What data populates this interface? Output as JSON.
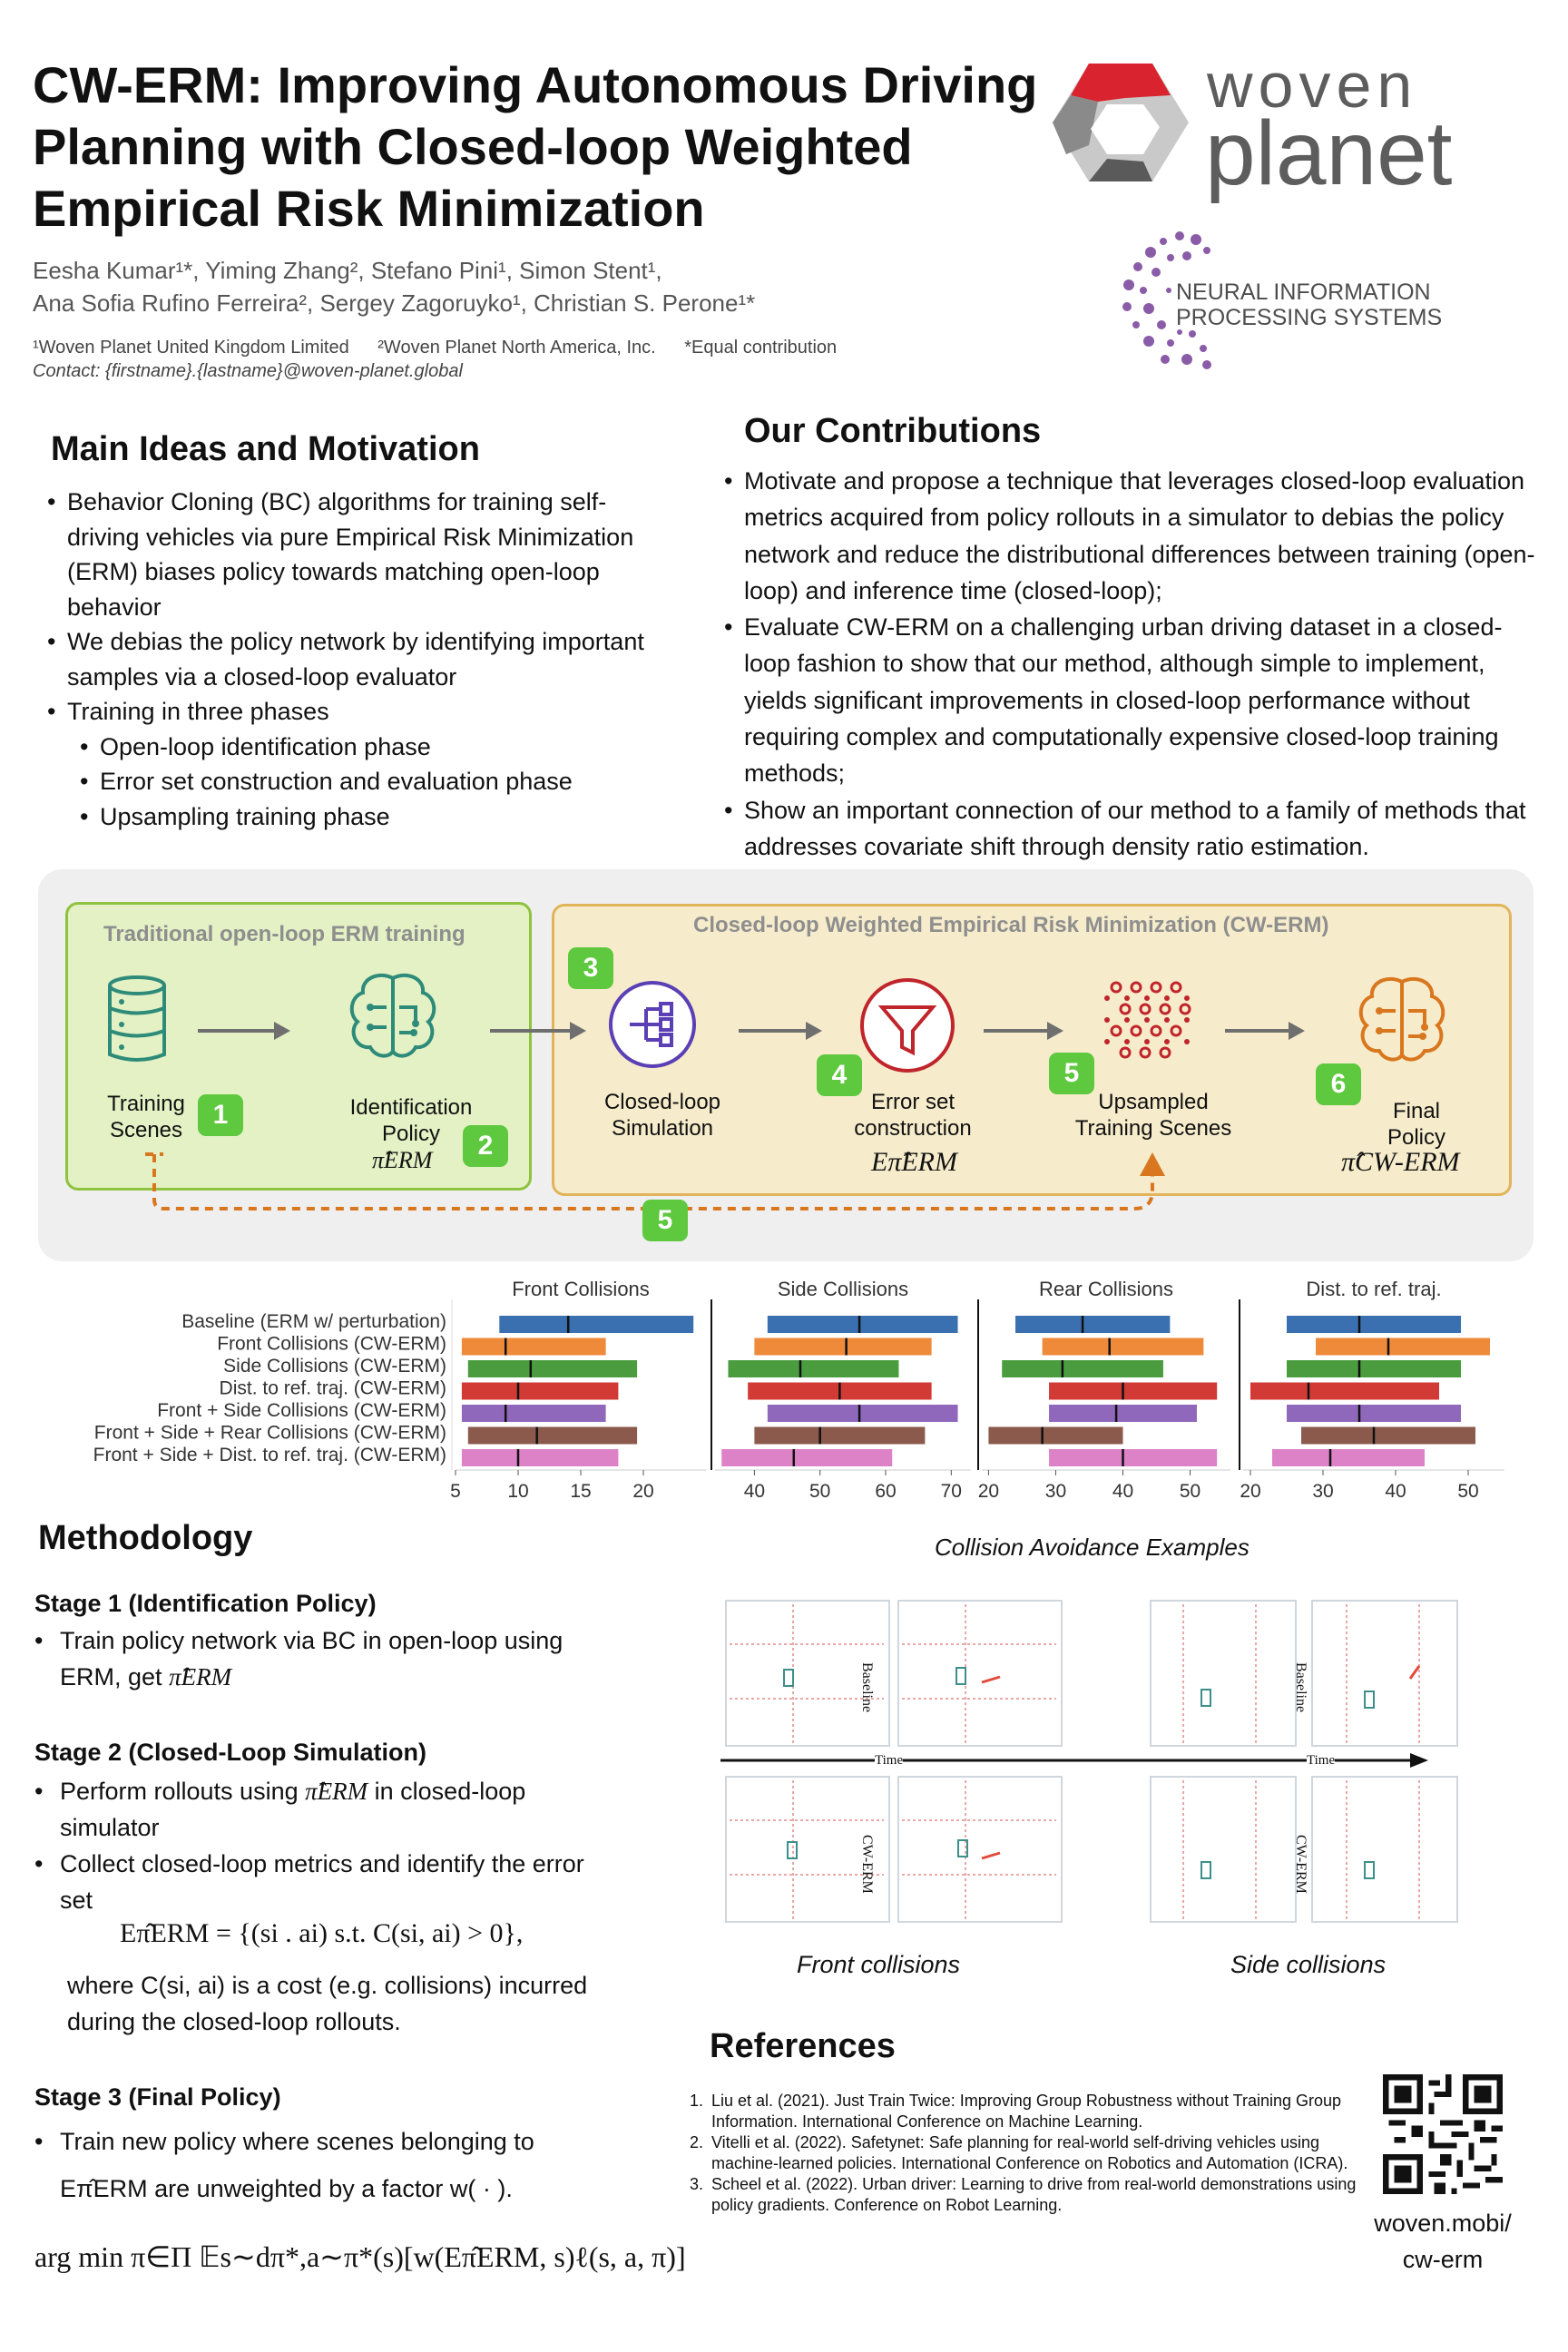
{
  "header": {
    "title": "CW-ERM: Improving Autonomous Driving Planning with Closed-loop Weighted Empirical Risk Minimization",
    "authors_line1": "Eesha Kumar¹*, Yiming Zhang², Stefano Pini¹, Simon Stent¹,",
    "authors_line2": "Ana Sofia Rufino Ferreira², Sergey Zagoruyko¹, Christian S. Perone¹*",
    "affiliation1": "¹Woven Planet United Kingdom Limited",
    "affiliation2": "²Woven Planet North America, Inc.",
    "equal": "*Equal contribution",
    "contact": "Contact: {firstname}.{lastname}@woven-planet.global"
  },
  "logos": {
    "woven_top": "woven",
    "woven_bottom": "planet",
    "neurips_line1": "NEURAL INFORMATION",
    "neurips_line2": "PROCESSING SYSTEMS",
    "woven_red": "#d9232e",
    "woven_gray": "#585858",
    "neurips_purple": "#8a5ca8"
  },
  "motivation": {
    "heading": "Main Ideas and Motivation",
    "items": [
      "Behavior Cloning (BC) algorithms for training self-driving vehicles via pure Empirical Risk Minimization (ERM) biases policy towards matching open-loop behavior",
      "We debias the policy network by identifying important samples via a closed-loop evaluator",
      "Training in three phases"
    ],
    "subitems": [
      "Open-loop identification phase",
      "Error set construction and evaluation phase",
      "Upsampling training phase"
    ]
  },
  "contributions": {
    "heading": "Our Contributions",
    "items": [
      "Motivate and propose a technique that leverages closed-loop evaluation metrics acquired from policy rollouts in a simulator to debias the policy network and reduce the distributional differences between training (open-loop) and inference time (closed-loop);",
      "Evaluate CW-ERM on a challenging urban driving dataset in a closed-loop fashion to show that our method, although simple to implement, yields significant improvements in closed-loop performance without requiring complex and computationally expensive closed-loop training methods;",
      "Show an important connection of our method to a family of methods that addresses covariate shift through density ratio estimation."
    ]
  },
  "diagram": {
    "green_title": "Traditional open-loop ERM training",
    "yellow_title": "Closed-loop Weighted Empirical Risk Minimization (CW-ERM)",
    "training_scenes": "Training Scenes",
    "identification_policy": "Identification Policy",
    "pi_erm": "π̂ERM",
    "closed_loop_sim": "Closed-loop Simulation",
    "error_set": "Error set construction",
    "e_pi_erm": "Eπ̂ERM",
    "upsampled": "Upsampled Training Scenes",
    "final_policy": "Final Policy",
    "pi_cw_erm": "π̂CW-ERM",
    "steps": [
      "1",
      "2",
      "3",
      "4",
      "5",
      "6",
      "5"
    ],
    "colors": {
      "green": "#5ec83e",
      "teal": "#2e8b7a",
      "purple": "#5b3fb5",
      "red": "#c0252b",
      "orange": "#d9771f"
    }
  },
  "chart_data": [
    {
      "type": "box",
      "title": "Front Collisions",
      "categories": [
        "Baseline (ERM w/ perturbation)",
        "Front Collisions (CW-ERM)",
        "Side Collisions (CW-ERM)",
        "Dist. to ref. traj. (CW-ERM)",
        "Front + Side Collisions (CW-ERM)",
        "Front + Side + Rear Collisions (CW-ERM)",
        "Front + Side + Dist. to ref. traj. (CW-ERM)"
      ],
      "colors": [
        "#3a6fb0",
        "#ef8a3b",
        "#4a9c3f",
        "#d13a35",
        "#8f68bc",
        "#8b5a4d",
        "#de82c8"
      ],
      "boxes": [
        [
          8.5,
          24
        ],
        [
          5.5,
          17
        ],
        [
          6,
          19.5
        ],
        [
          5.5,
          18
        ],
        [
          5.5,
          17
        ],
        [
          6,
          19.5
        ],
        [
          5.5,
          18
        ]
      ],
      "medians": [
        14,
        9,
        11,
        10,
        9,
        11.5,
        10
      ],
      "xticks": [
        5,
        10,
        15,
        20
      ],
      "xlim": [
        5,
        25
      ]
    },
    {
      "type": "box",
      "title": "Side Collisions",
      "categories": [
        "Baseline (ERM w/ perturbation)",
        "Front Collisions (CW-ERM)",
        "Side Collisions (CW-ERM)",
        "Dist. to ref. traj. (CW-ERM)",
        "Front + Side Collisions (CW-ERM)",
        "Front + Side + Rear Collisions (CW-ERM)",
        "Front + Side + Dist. to ref. traj. (CW-ERM)"
      ],
      "colors": [
        "#3a6fb0",
        "#ef8a3b",
        "#4a9c3f",
        "#d13a35",
        "#8f68bc",
        "#8b5a4d",
        "#de82c8"
      ],
      "boxes": [
        [
          42,
          71
        ],
        [
          40,
          67
        ],
        [
          36,
          62
        ],
        [
          39,
          67
        ],
        [
          42,
          71
        ],
        [
          40,
          66
        ],
        [
          35,
          61
        ]
      ],
      "medians": [
        56,
        54,
        47,
        53,
        56,
        50,
        46
      ],
      "xticks": [
        40,
        50,
        60,
        70
      ],
      "xlim": [
        34,
        73
      ]
    },
    {
      "type": "box",
      "title": "Rear Collisions",
      "categories": [
        "Baseline (ERM w/ perturbation)",
        "Front Collisions (CW-ERM)",
        "Side Collisions (CW-ERM)",
        "Dist. to ref. traj. (CW-ERM)",
        "Front + Side Collisions (CW-ERM)",
        "Front + Side + Rear Collisions (CW-ERM)",
        "Front + Side + Dist. to ref. traj. (CW-ERM)"
      ],
      "colors": [
        "#3a6fb0",
        "#ef8a3b",
        "#4a9c3f",
        "#d13a35",
        "#8f68bc",
        "#8b5a4d",
        "#de82c8"
      ],
      "boxes": [
        [
          24,
          47
        ],
        [
          28,
          52
        ],
        [
          22,
          46
        ],
        [
          29,
          54
        ],
        [
          29,
          51
        ],
        [
          20,
          40
        ],
        [
          29,
          54
        ]
      ],
      "medians": [
        34,
        38,
        31,
        40,
        39,
        28,
        40
      ],
      "xticks": [
        20,
        30,
        40,
        50
      ],
      "xlim": [
        19,
        56
      ]
    },
    {
      "type": "box",
      "title": "Dist. to ref. traj.",
      "categories": [
        "Baseline (ERM w/ perturbation)",
        "Front Collisions (CW-ERM)",
        "Side Collisions (CW-ERM)",
        "Dist. to ref. traj. (CW-ERM)",
        "Front + Side Collisions (CW-ERM)",
        "Front + Side + Rear Collisions (CW-ERM)",
        "Front + Side + Dist. to ref. traj. (CW-ERM)"
      ],
      "colors": [
        "#3a6fb0",
        "#ef8a3b",
        "#4a9c3f",
        "#d13a35",
        "#8f68bc",
        "#8b5a4d",
        "#de82c8"
      ],
      "boxes": [
        [
          25,
          49
        ],
        [
          29,
          53
        ],
        [
          25,
          49
        ],
        [
          20,
          46
        ],
        [
          25,
          49
        ],
        [
          27,
          51
        ],
        [
          23,
          44
        ]
      ],
      "medians": [
        35,
        39,
        35,
        28,
        35,
        37,
        31
      ],
      "xticks": [
        20,
        30,
        40,
        50
      ],
      "xlim": [
        19,
        55
      ]
    }
  ],
  "methodology": {
    "heading": "Methodology",
    "stage1_title": "Stage 1 (Identification Policy)",
    "stage1_text": "Train policy network via BC in open-loop using ERM, get",
    "stage1_math": "π̂ERM",
    "stage2_title": "Stage 2 (Closed-Loop Simulation)",
    "stage2_b1a": "Perform rollouts using",
    "stage2_b1_math": "π̂ERM",
    "stage2_b1b": "in closed-loop simulator",
    "stage2_b2": "Collect closed-loop metrics and identify the error set",
    "stage2_eq": "Eπ̂ERM = {(si . ai) s.t. C(si, ai) > 0},",
    "stage2_where": "where C(si, ai) is a cost (e.g. collisions) incurred during the closed-loop rollouts.",
    "stage3_title": "Stage 3 (Final Policy)",
    "stage3_text": "Train new policy where scenes belonging to Eπ̂ERM are unweighted by a factor w( · ).",
    "objective": "arg min π∈Π 𝔼s∼dπ*,a∼π*(s)[w(Eπ̂ERM, s)ℓ(s, a, π)]"
  },
  "examples": {
    "title": "Collision Avoidance Examples",
    "baseline": "Baseline",
    "cw_erm": "CW-ERM",
    "time": "Time",
    "front": "Front collisions",
    "side": "Side collisions"
  },
  "references": {
    "heading": "References",
    "items": [
      "Liu et al. (2021). Just Train Twice: Improving Group Robustness without Training Group Information. International Conference on Machine Learning.",
      "Vitelli et al.  (2022). Safetynet: Safe planning for real-world self-driving vehicles using machine-learned policies. International Conference on Robotics and Automation (ICRA).",
      "Scheel et al. (2022). Urban driver: Learning to drive from real-world demonstrations using policy gradients. Conference on Robot Learning."
    ],
    "link_line1": "woven.mobi/",
    "link_line2": "cw-erm"
  }
}
